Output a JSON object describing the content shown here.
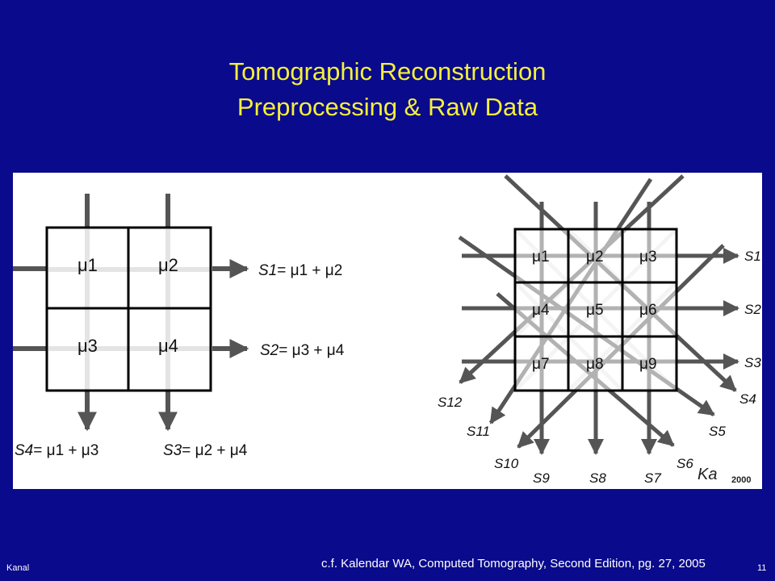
{
  "title": {
    "line1": "Tomographic Reconstruction",
    "line2": "Preprocessing & Raw Data"
  },
  "left_diagram": {
    "cells": [
      "μ1",
      "μ2",
      "μ3",
      "μ4"
    ],
    "sums": [
      {
        "lhs": "S1",
        "rhs": "= μ1 + μ2"
      },
      {
        "lhs": "S2",
        "rhs": "= μ3 + μ4"
      },
      {
        "lhs": "S4",
        "rhs": "= μ1 + μ3"
      },
      {
        "lhs": "S3",
        "rhs": "= μ2 + μ4"
      }
    ]
  },
  "right_diagram": {
    "cells": [
      "μ1",
      "μ2",
      "μ3",
      "μ4",
      "μ5",
      "μ6",
      "μ7",
      "μ8",
      "μ9"
    ],
    "ray_labels": [
      "S1",
      "S2",
      "S3",
      "S4",
      "S5",
      "S6",
      "S7",
      "S8",
      "S9",
      "S10",
      "S11",
      "S12"
    ],
    "signature": "Ka",
    "year": "2000"
  },
  "footer": {
    "left": "Kanal",
    "citation": "c.f. Kalendar WA, Computed Tomography, Second Edition, pg. 27, 2005",
    "page": "11"
  },
  "colors": {
    "background": "#0a0a8c",
    "title": "#f5f03a",
    "panel": "#ffffff",
    "arrows": "#555555"
  }
}
